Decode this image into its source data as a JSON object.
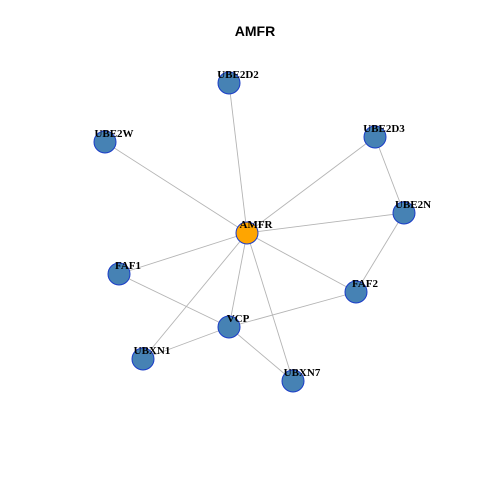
{
  "title": "AMFR",
  "colors": {
    "hub": "#FFA500",
    "node": "#4682B4",
    "node_border": "#1A3CC8",
    "edge": "#B4B4B4"
  },
  "nodes": [
    {
      "id": "AMFR",
      "label": "AMFR",
      "hub": true
    },
    {
      "id": "UBE2D2",
      "label": "UBE2D2"
    },
    {
      "id": "UBE2W",
      "label": "UBE2W"
    },
    {
      "id": "UBE2D3",
      "label": "UBE2D3"
    },
    {
      "id": "UBE2N",
      "label": "UBE2N"
    },
    {
      "id": "FAF1",
      "label": "FAF1"
    },
    {
      "id": "FAF2",
      "label": "FAF2"
    },
    {
      "id": "VCP",
      "label": "VCP"
    },
    {
      "id": "UBXN1",
      "label": "UBXN1"
    },
    {
      "id": "UBXN7",
      "label": "UBXN7"
    }
  ],
  "edges": [
    [
      "AMFR",
      "UBE2D2"
    ],
    [
      "AMFR",
      "UBE2W"
    ],
    [
      "AMFR",
      "UBE2D3"
    ],
    [
      "AMFR",
      "UBE2N"
    ],
    [
      "AMFR",
      "FAF2"
    ],
    [
      "AMFR",
      "VCP"
    ],
    [
      "AMFR",
      "UBXN1"
    ],
    [
      "AMFR",
      "UBXN7"
    ],
    [
      "AMFR",
      "FAF1"
    ],
    [
      "UBE2D3",
      "UBE2N"
    ],
    [
      "UBE2N",
      "FAF2"
    ],
    [
      "FAF2",
      "VCP"
    ],
    [
      "FAF1",
      "VCP"
    ],
    [
      "VCP",
      "UBXN1"
    ],
    [
      "VCP",
      "UBXN7"
    ]
  ]
}
